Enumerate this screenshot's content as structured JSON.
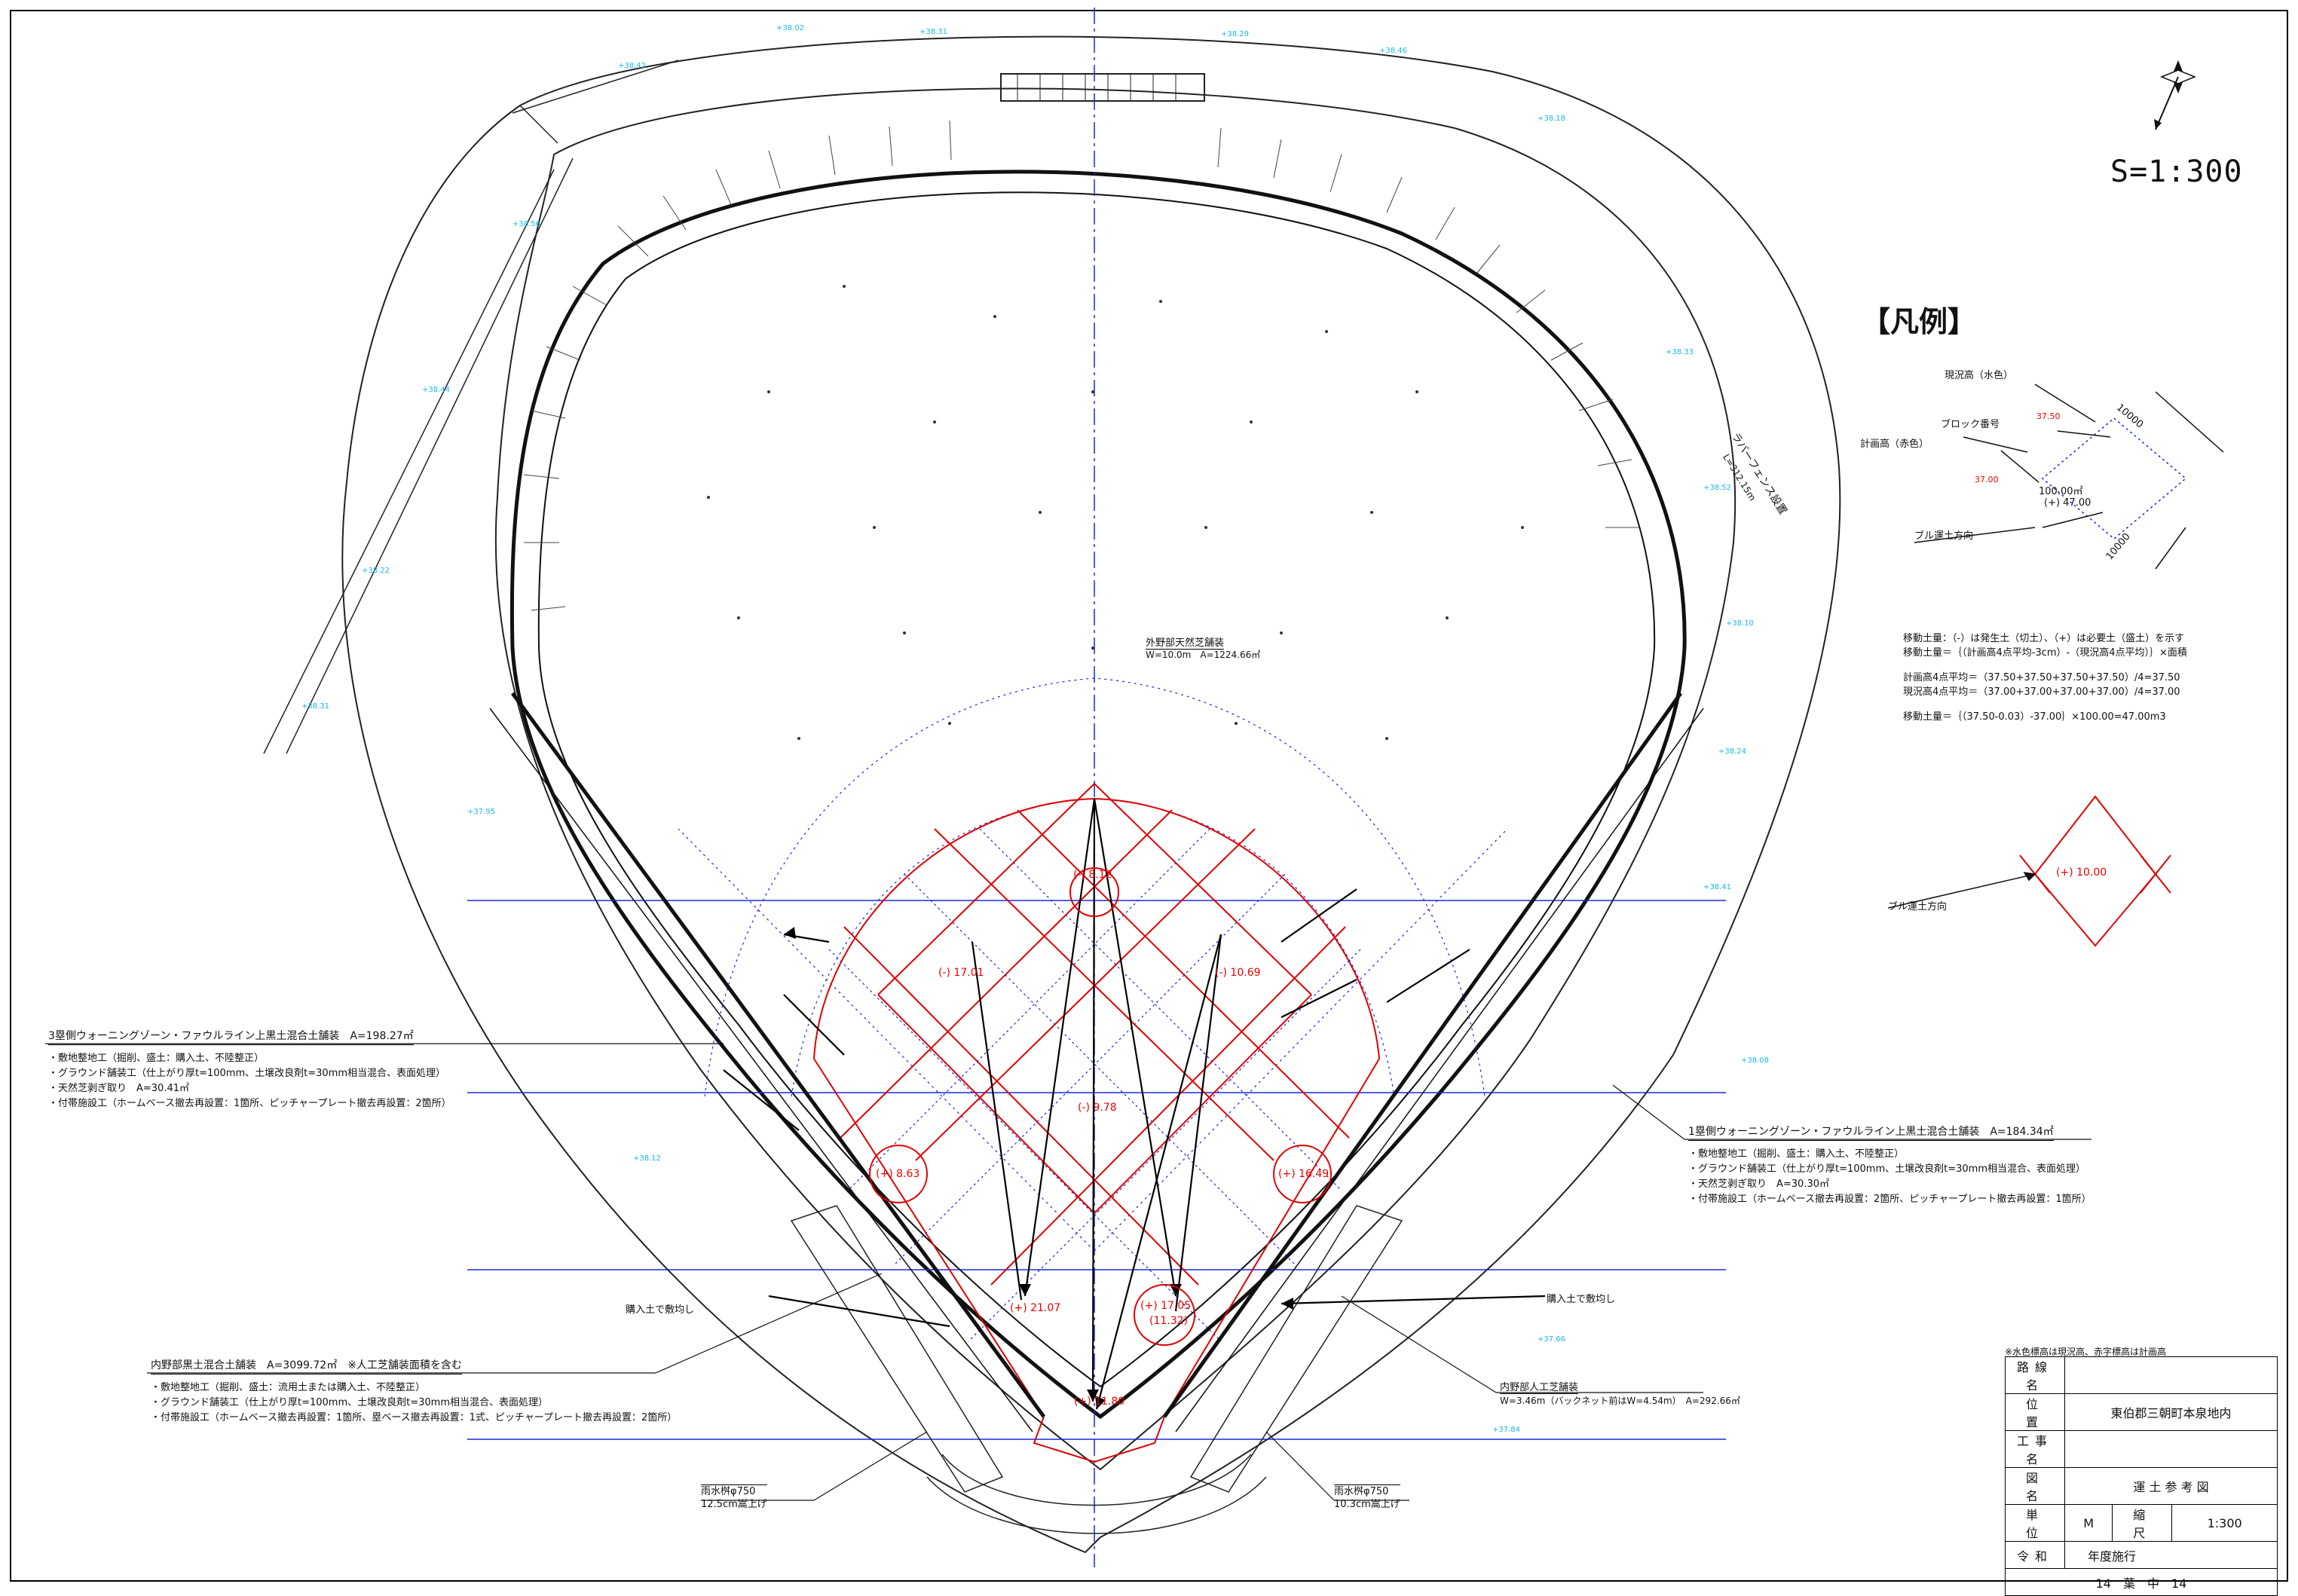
{
  "drawing": {
    "scale": "S=1:300",
    "north_symbol": "north-arrow"
  },
  "legend": {
    "title": "【凡例】",
    "current_elevation_label": "現況高（水色）",
    "block_no_label": "ブロック番号",
    "planned_elevation_label": "計画高（赤色）",
    "bulldozer_direction_label": "ブル運土方向",
    "sample_area": "100.00㎡",
    "sample_value": "(+) 47.00",
    "sample_planned": "37.50",
    "sample_current": "37.00",
    "dim_top": "10000",
    "dim_bottom": "10000",
    "sample2_value": "(+) 10.00",
    "sample2_direction_label": "ブル運土方向"
  },
  "formula": {
    "line1": "移動土量：（-）は発生土（切土）、（+）は必要土（盛土）を示す",
    "line2": "移動土量＝｛（計画高4点平均-3cm）-（現況高4点平均）｝×面積",
    "line3": "計画高4点平均＝（37.50+37.50+37.50+37.50）/4=37.50",
    "line4": "現況高4点平均＝（37.00+37.00+37.00+37.00）/4=37.00",
    "line5": "移動土量＝｛（37.50-0.03）-37.00｝×100.00=47.00m3"
  },
  "labels": {
    "outfield_title": "外野部天然芝舗装",
    "outfield_spec": "W=10.0m　A=1224.66㎡",
    "left_fence": "ラバーフェンス設置",
    "left_fence_len": "L=312.15m",
    "buy_soil_left": "購入土で敷均し",
    "buy_soil_right": "購入土で敷均し",
    "infield_turf_title": "内野部人工芝舗装",
    "infield_turf_spec": "W=3.46m（バックネット前はW=4.54m）　A=292.66㎡",
    "mound_value": "(+) 17.05",
    "mound_value2": "(11.32)",
    "home_value": "(+) 11.80",
    "first_circle": "(+) 16.49",
    "third_circle": "(+) 8.63",
    "center_value": "(-) 8.12",
    "left_value": "(-) 17.01",
    "right_value": "(-) 10.69",
    "lower_value": "(+) 21.07",
    "second_value": "(-) 9.78"
  },
  "third_base_note": {
    "head": "3塁側ウォーニングゾーン・ファウルライン上黒土混合土舗装　A=198.27㎡",
    "item1": "・敷地整地工（掘削、盛土：購入土、不陸整正）",
    "item2": "・グラウンド舗装工（仕上がり厚t=100mm、土壌改良剤t=30mm相当混合、表面処理）",
    "item3": "・天然芝剥ぎ取り　A=30.41㎡",
    "item4": "・付帯施設工（ホームベース撤去再設置：1箇所、ピッチャープレート撤去再設置：2箇所）"
  },
  "first_base_note": {
    "head": "1塁側ウォーニングゾーン・ファウルライン上黒土混合土舗装　A=184.34㎡",
    "item1": "・敷地整地工（掘削、盛土：購入土、不陸整正）",
    "item2": "・グラウンド舗装工（仕上がり厚t=100mm、土壌改良剤t=30mm相当混合、表面処理）",
    "item3": "・天然芝剥ぎ取り　A=30.30㎡",
    "item4": "・付帯施設工（ホームベース撤去再設置：2箇所、ピッチャープレート撤去再設置：1箇所）"
  },
  "infield_note": {
    "head": "内野部黒土混合土舗装　A=3099.72㎡　※人工芝舗装面積を含む",
    "item1": "・敷地整地工（掘削、盛土：流用土または購入土、不陸整正）",
    "item2": "・グラウンド舗装工（仕上がり厚t=100mm、土壌改良剤t=30mm相当混合、表面処理）",
    "item3": "・付帯施設工（ホームベース撤去再設置：1箇所、塁ベース撤去再設置：1式、ピッチャープレート撤去再設置：2箇所）"
  },
  "rain_left": {
    "line1": "雨水桝φ750",
    "line2": "12.5cm嵩上げ"
  },
  "rain_right": {
    "line1": "雨水桝φ750",
    "line2": "10.3cm嵩上げ"
  },
  "title_block": {
    "note": "※水色標高は現況高、赤字標高は計画高",
    "route_label": "路線名",
    "route_value": "",
    "location_label": "位　置",
    "location_value": "東伯郡三朝町本泉地内",
    "work_label": "工事名",
    "work_value": "",
    "drawing_label": "図　名",
    "drawing_value": "運 土 参 考 図",
    "unit_label": "単　位",
    "unit_value": "M",
    "scale_label": "縮　尺",
    "scale_value": "1:300",
    "era_label": "令和",
    "era_value": "年度施行",
    "sheet_value": "14　葉　中　14"
  },
  "colors": {
    "planned": "#e00000",
    "current": "#18b8e6",
    "guide": "#1a2bd6",
    "line": "#111111"
  }
}
